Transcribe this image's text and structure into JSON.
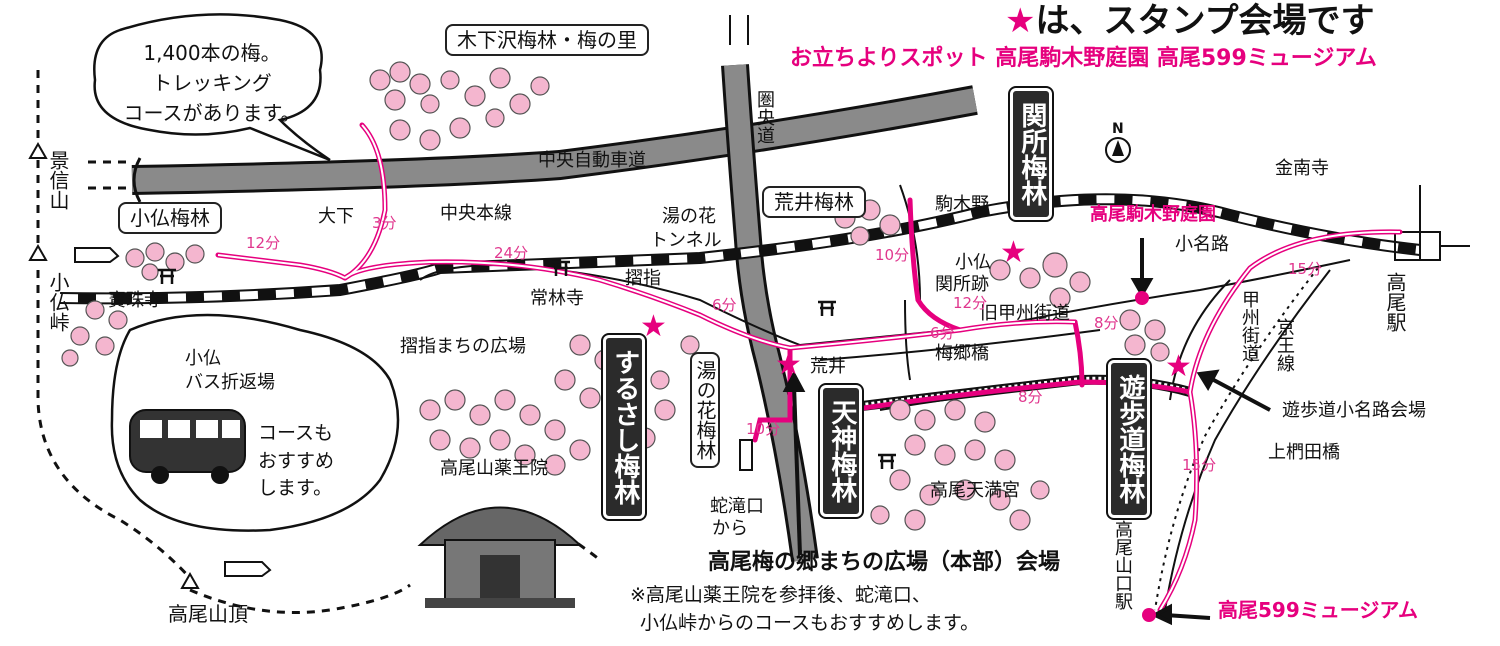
{
  "header": {
    "title_star": "★",
    "title_text": "は、スタンプ会場です",
    "spots_line": "お立ちよりスポット 高尾駒木野庭園 高尾599ミュージアム"
  },
  "callout": {
    "line1": "1,400本の梅。",
    "line2": "トレッキング",
    "line3": "コースがあります。"
  },
  "bus_bubble": {
    "line1": "コースも",
    "line2": "おすすめ",
    "line3": "します。"
  },
  "groves": {
    "kinoshitazawa": "木下沢梅林・梅の里",
    "kobotoke": "小仏梅林",
    "arai": "荒井梅林",
    "sekisho": "関所梅林",
    "surusashi": "するさし梅林",
    "tenjin": "天神梅林",
    "yuhodo": "遊歩道梅林",
    "yunohana": "湯の花梅林"
  },
  "places": {
    "kagenobu": "景信山",
    "kobotoke_pass": "小仏峠",
    "hojuji": "寶珠寺",
    "oshimo": "大下",
    "chuo_line": "中央本線",
    "chuo_expressway": "中央自動車道",
    "ken_o_do": "圏央道",
    "yunohana_tunnel1": "湯の花",
    "yunohana_tunnel2": "トンネル",
    "surusashi": "摺指",
    "jorinji": "常林寺",
    "surusashi_plaza": "摺指まちの広場",
    "bus_terminal1": "小仏",
    "bus_terminal2": "バス折返場",
    "yakuoin": "高尾山薬王院",
    "arai": "荒井",
    "komagino": "駒木野",
    "sekisho_ato1": "小仏",
    "sekisho_ato2": "関所跡",
    "kyu_koshu": "旧甲州街道",
    "baigo_bridge": "梅郷橋",
    "tenmangu": "高尾天満宮",
    "konanji": "金南寺",
    "konaji": "小名路",
    "takao_station": "高尾駅",
    "koshu_kaido": "甲州街道",
    "keio_line": "京王線",
    "yuhodo_venue": "遊歩道小名路会場",
    "kamikunugida_bridge": "上椚田橋",
    "takaosanguchi_station": "高尾山口駅",
    "jagataki1": "蛇滝口",
    "jagataki2": "から",
    "summit": "高尾山頂",
    "komagino_garden": "高尾駒木野庭園",
    "museum599": "高尾599ミュージアム"
  },
  "headquarters": "高尾梅の郷まちの広場（本部）会場",
  "footnote": {
    "line1": "※高尾山薬王院を参拝後、蛇滝口、",
    "line2": "小仏峠からのコースもおすすめします。"
  },
  "walk_times": {
    "t3": "3分",
    "t12a": "12分",
    "t24": "24分",
    "t6a": "6分",
    "t10a": "10分",
    "t10b": "10分",
    "t12b": "12分",
    "t6b": "6分",
    "t8a": "8分",
    "t8b": "8分",
    "t15a": "15分",
    "t15b": "15分"
  },
  "compass": "N",
  "colors": {
    "route_pink": "#e6007e",
    "blossom": "#f4b6cf",
    "ink": "#111111",
    "road_gray": "#8a8a8a"
  }
}
